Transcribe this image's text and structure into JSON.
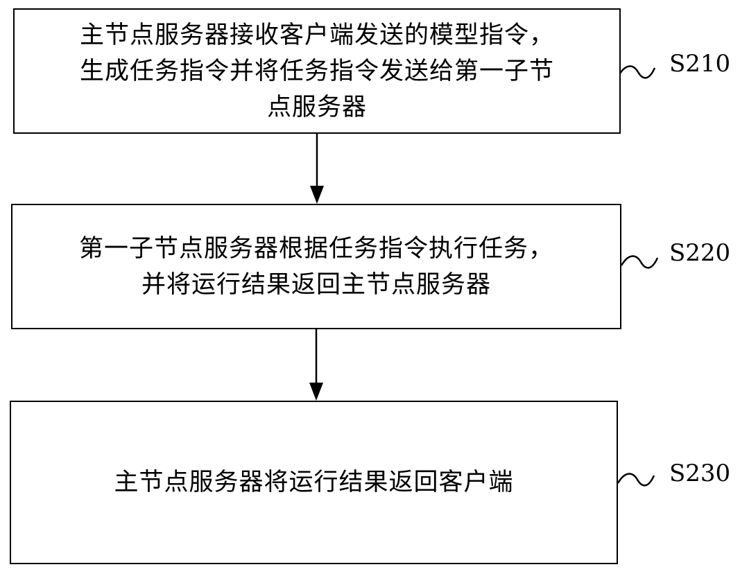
{
  "steps": [
    {
      "id": "S210",
      "lines": [
        "主节点服务器接收客户端发送的模型指令，",
        "生成任务指令并将任务指令发送给第一子节",
        "点服务器"
      ]
    },
    {
      "id": "S220",
      "lines": [
        "第一子节点服务器根据任务指令执行任务，",
        "并将运行结果返回主节点服务器"
      ]
    },
    {
      "id": "S230",
      "lines": [
        "主节点服务器将运行结果返回客户端"
      ]
    }
  ],
  "colors": {
    "line": "#000000",
    "background": "#ffffff"
  }
}
